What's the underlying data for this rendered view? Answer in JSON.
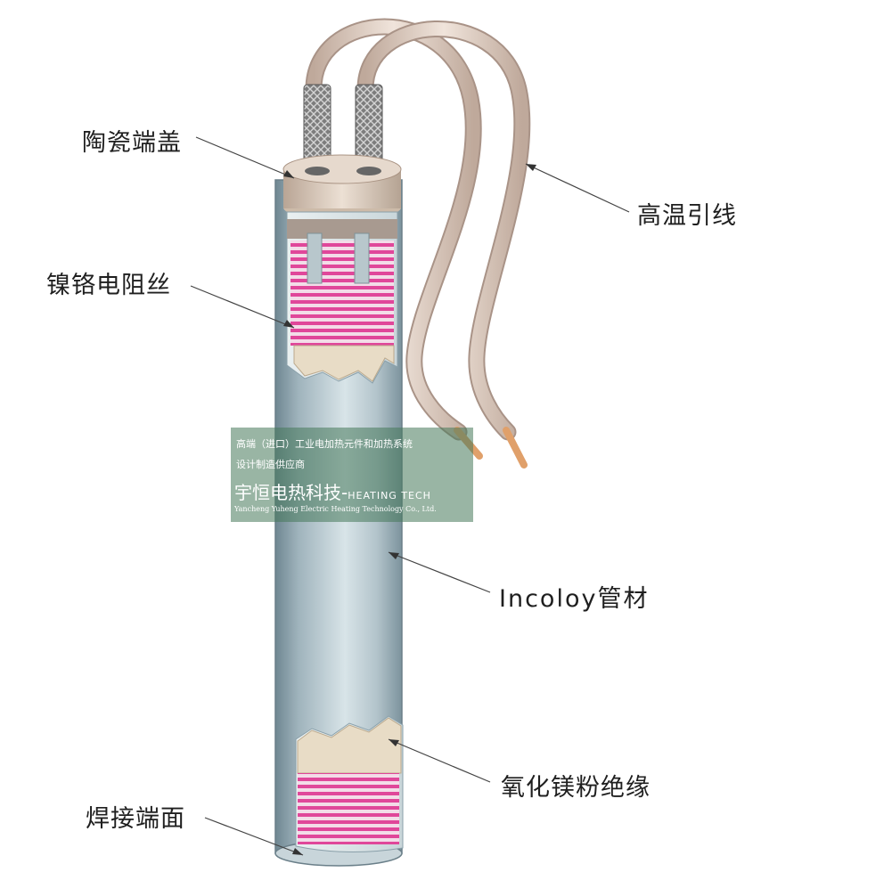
{
  "labels": {
    "ceramic_cap": "陶瓷端盖",
    "nichrome_wire": "镍铬电阻丝",
    "lead_wire": "高温引线",
    "incoloy_tube": "Incoloy管材",
    "mgo_insulation": "氧化镁粉绝缘",
    "welded_end": "焊接端面"
  },
  "watermark": {
    "line1": "高端（进口）工业电加热元件和加热系统",
    "line2": "设计制造供应商",
    "brand_cn": "宇恒电热科技-",
    "brand_en": "HEATING TECH",
    "company": "Yancheng Yuheng Electric Heating Technology Co., Ltd."
  },
  "colors": {
    "tube": "#a9bcc4",
    "coil": "#e0479a",
    "lead": "#dccbbf",
    "mgo": "#e8dcc6",
    "cap": "#d6c6b6",
    "braid": "#8a8a8a",
    "watermark_bg": "#46785a"
  }
}
